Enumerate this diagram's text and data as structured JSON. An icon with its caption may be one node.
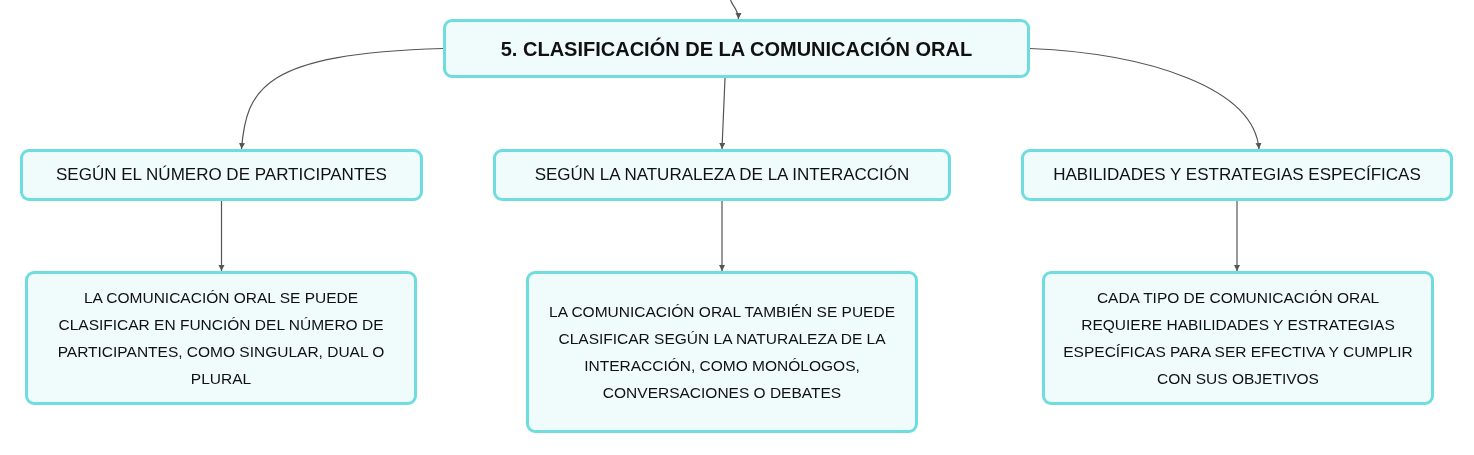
{
  "diagram": {
    "nodes": [
      {
        "text": [
          "5. CLASIFICACIÓN DE LA COMUNICACIÓN ORAL"
        ]
      },
      {
        "text": [
          "SEGÚN EL NÚMERO DE PARTICIPANTES"
        ]
      },
      {
        "text": [
          "SEGÚN LA NATURALEZA DE LA INTERACCIÓN"
        ]
      },
      {
        "text": [
          "HABILIDADES Y ESTRATEGIAS ESPECÍFICAS"
        ]
      },
      {
        "text": [
          "LA COMUNICACIÓN ORAL SE PUEDE CLASIFICAR EN FUNCIÓN DEL NÚMERO DE PARTICIPANTES, COMO SINGULAR, DUAL O PLURAL"
        ]
      },
      {
        "text": [
          "LA COMUNICACIÓN ORAL TAMBIÉN SE PUEDE CLASIFICAR SEGÚN LA NATURALEZA DE LA INTERACCIÓN, COMO MONÓLOGOS, CONVERSACIONES O DEBATES"
        ]
      },
      {
        "text": [
          "CADA TIPO DE COMUNICACIÓN ORAL REQUIERE HABILIDADES Y ESTRATEGIAS ESPECÍFICAS PARA SER EFECTIVA Y CUMPLIR CON SUS OBJETIVOS"
        ]
      }
    ],
    "edges": [
      {
        "from": null,
        "to": 0,
        "arrow": "to"
      },
      {
        "from": 0,
        "to": 1,
        "arrow": "to"
      },
      {
        "from": 0,
        "to": 2,
        "arrow": "to"
      },
      {
        "from": 0,
        "to": 3,
        "arrow": "to"
      },
      {
        "from": 1,
        "to": 4,
        "arrow": "to"
      },
      {
        "from": 2,
        "to": 5,
        "arrow": "to"
      },
      {
        "from": 3,
        "to": 6,
        "arrow": "to"
      }
    ]
  }
}
